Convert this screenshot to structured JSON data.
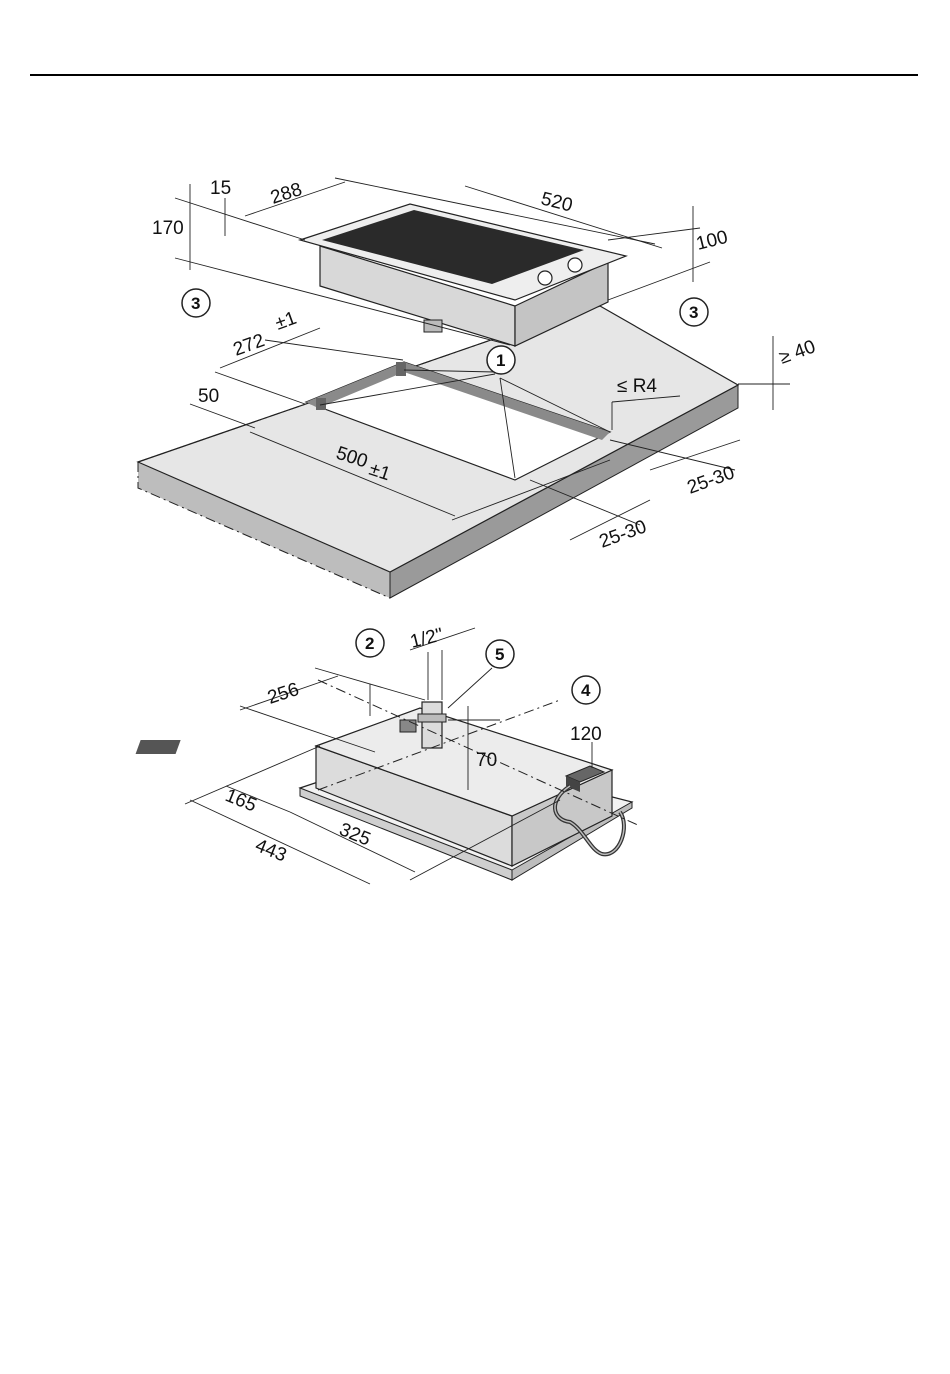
{
  "colors": {
    "line": "#222222",
    "worktop_fill": "#e6e6e6",
    "worktop_edge": "#9a9a9a",
    "hob_top": "#2a2a2a",
    "appliance_body": "#e9e9e9",
    "cutout_frame": "#8a8a8a",
    "cable": "#333333"
  },
  "top_diagram": {
    "dims": {
      "d15": "15",
      "d288": "288",
      "d520": "520",
      "d170": "170",
      "d100": "100",
      "d272": "272",
      "d272_sup": "±1",
      "d50": "50",
      "d500": "500",
      "d500_tol": "±1",
      "d40": "≥ 40",
      "r4": "≤ R4",
      "d2530a": "25-30",
      "d2530b": "25-30"
    },
    "callouts": {
      "c3_left": "3",
      "c3_right": "3",
      "c1": "1"
    }
  },
  "bottom_diagram": {
    "dims": {
      "d256": "256",
      "d12in": "1/2\"",
      "d70": "70",
      "d120": "120",
      "d165": "165",
      "d325": "325",
      "d443": "443"
    },
    "callouts": {
      "c2": "2",
      "c5": "5",
      "c4": "4"
    }
  }
}
